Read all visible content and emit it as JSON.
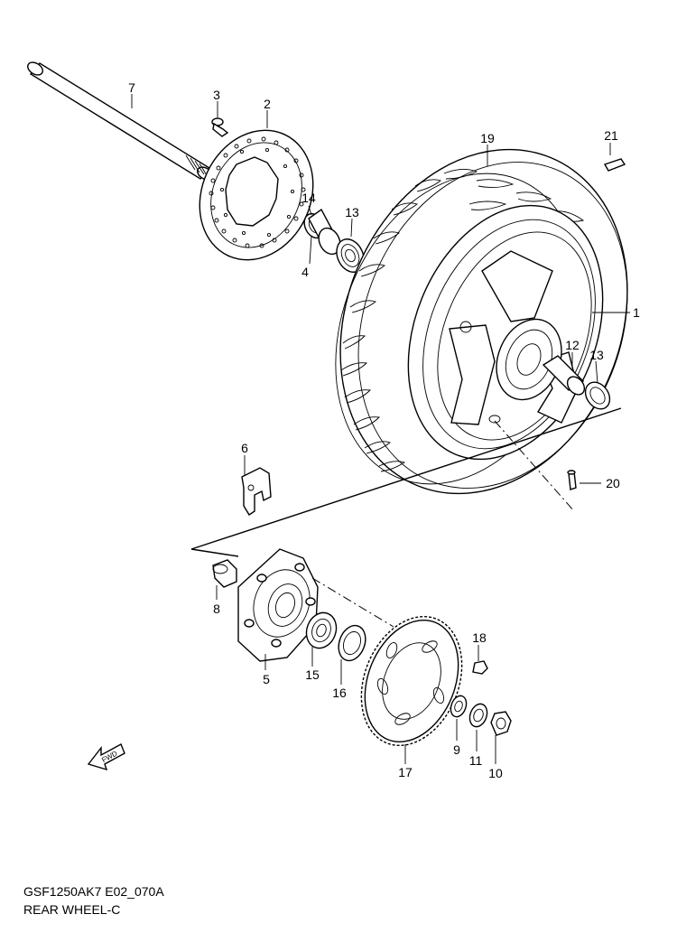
{
  "callouts": {
    "c1": "1",
    "c2": "2",
    "c3": "3",
    "c4": "4",
    "c5": "5",
    "c6": "6",
    "c7": "7",
    "c8": "8",
    "c9": "9",
    "c10": "10",
    "c11": "11",
    "c12": "12",
    "c13a": "13",
    "c13b": "13",
    "c14": "14",
    "c15": "15",
    "c16": "16",
    "c17": "17",
    "c18": "18",
    "c19": "19",
    "c20": "20",
    "c21": "21"
  },
  "fwd_label": "FWD",
  "caption": {
    "code": "GSF1250AK7 E02_070A",
    "title": "REAR WHEEL-C"
  }
}
